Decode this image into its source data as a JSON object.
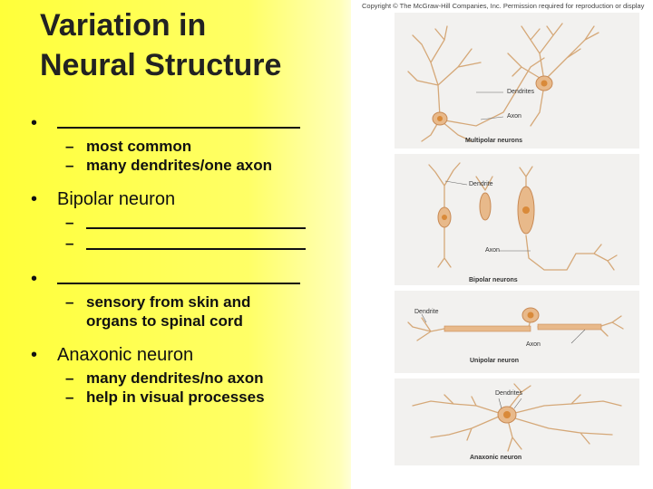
{
  "title": {
    "line1": "Variation in",
    "line2": "Neural Structure"
  },
  "bullets": [
    {
      "type": "blank"
    },
    {
      "sub": [
        "most common",
        "many dendrites/one axon"
      ]
    },
    {
      "text": "Bipolar neuron"
    },
    {
      "sub": [
        "blank",
        "blank"
      ]
    },
    {
      "type": "blank"
    },
    {
      "sub": [
        "sensory from skin and",
        "organs to spinal cord"
      ]
    },
    {
      "text": "Anaxonic neuron"
    },
    {
      "sub": [
        "many dendrites/no axon",
        "help in visual processes"
      ]
    }
  ],
  "figure": {
    "copyright": "Copyright © The McGraw-Hill Companies, Inc. Permission required for reproduction or display",
    "panels": [
      {
        "title": "Multipolar neurons",
        "labels": [
          "Dendrites",
          "Axon"
        ]
      },
      {
        "title": "Bipolar neurons",
        "labels": [
          "Dendrite",
          "Axon"
        ]
      },
      {
        "title": "Unipolar neuron",
        "labels": [
          "Dendrite",
          "Axon"
        ]
      },
      {
        "title": "Anaxonic neuron",
        "labels": [
          "Dendrites"
        ]
      }
    ],
    "colors": {
      "cell": "#e8b98a",
      "cell_edge": "#c88a55",
      "nucleus": "#d98a3a",
      "panel": "#f2f1ef"
    }
  }
}
